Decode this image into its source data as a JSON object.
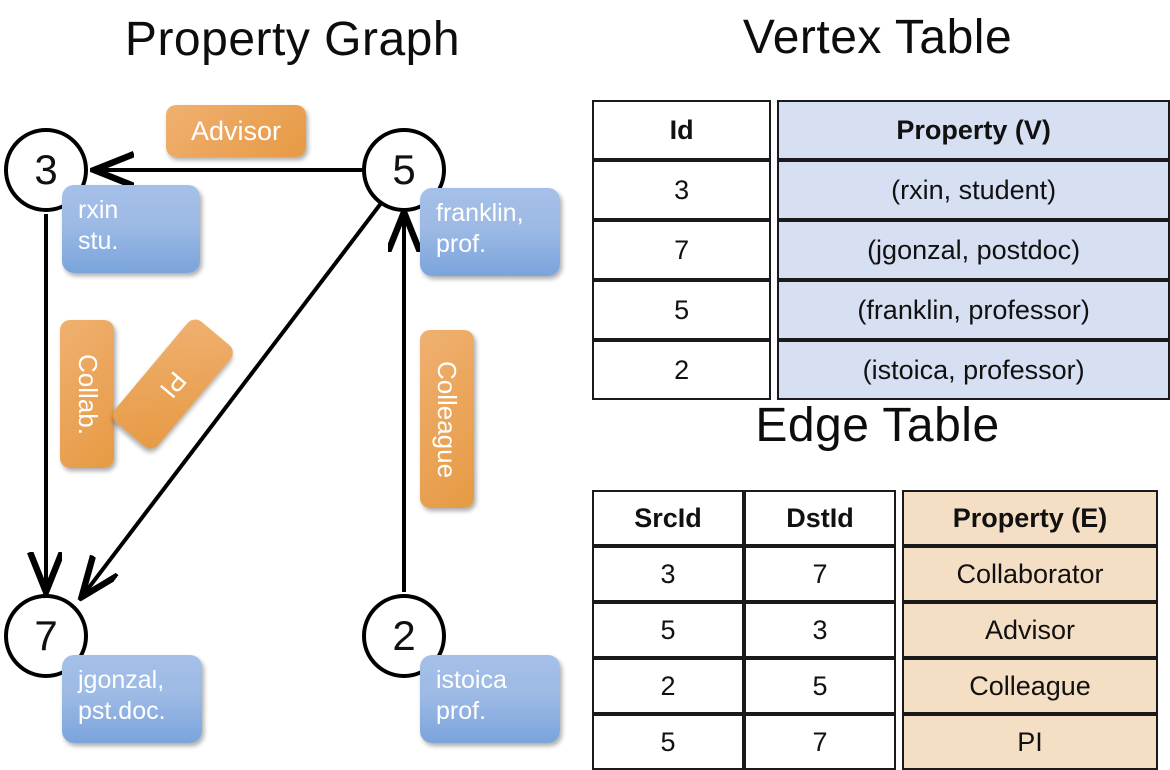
{
  "titles": {
    "property_graph": "Property Graph",
    "vertex_table": "Vertex Table",
    "edge_table": "Edge Table"
  },
  "graph": {
    "nodes": [
      {
        "id": "3",
        "label": "3",
        "property_line1": "rxin",
        "property_line2": "stu."
      },
      {
        "id": "5",
        "label": "5",
        "property_line1": "franklin,",
        "property_line2": "prof."
      },
      {
        "id": "7",
        "label": "7",
        "property_line1": "jgonzal,",
        "property_line2": "pst.doc."
      },
      {
        "id": "2",
        "label": "2",
        "property_line1": "istoica",
        "property_line2": "prof."
      }
    ],
    "edge_labels": {
      "advisor": "Advisor",
      "collab": "Collab.",
      "pi": "PI",
      "colleague": "Colleague"
    },
    "edges": [
      {
        "src": "5",
        "dst": "3",
        "label": "Advisor"
      },
      {
        "src": "3",
        "dst": "7",
        "label": "Collab."
      },
      {
        "src": "5",
        "dst": "7",
        "label": "PI"
      },
      {
        "src": "2",
        "dst": "5",
        "label": "Colleague"
      }
    ]
  },
  "vertex_table": {
    "columns": [
      "Id",
      "Property (V)"
    ],
    "rows": [
      {
        "id": "3",
        "property": "(rxin, student)"
      },
      {
        "id": "7",
        "property": "(jgonzal, postdoc)"
      },
      {
        "id": "5",
        "property": "(franklin, professor)"
      },
      {
        "id": "2",
        "property": "(istoica, professor)"
      }
    ]
  },
  "edge_table": {
    "columns": [
      "SrcId",
      "DstId",
      "Property (E)"
    ],
    "rows": [
      {
        "src": "3",
        "dst": "7",
        "property": "Collaborator"
      },
      {
        "src": "5",
        "dst": "3",
        "property": "Advisor"
      },
      {
        "src": "2",
        "dst": "5",
        "property": "Colleague"
      },
      {
        "src": "5",
        "dst": "7",
        "property": "PI"
      }
    ]
  },
  "colors": {
    "vertex_property_fill": "#D6E0F2",
    "edge_property_fill": "#F5DFC4",
    "node_box_blue": "#9DBAE5",
    "edge_label_orange": "#ECA75E",
    "stroke": "#000000",
    "background": "#FFFFFF"
  }
}
